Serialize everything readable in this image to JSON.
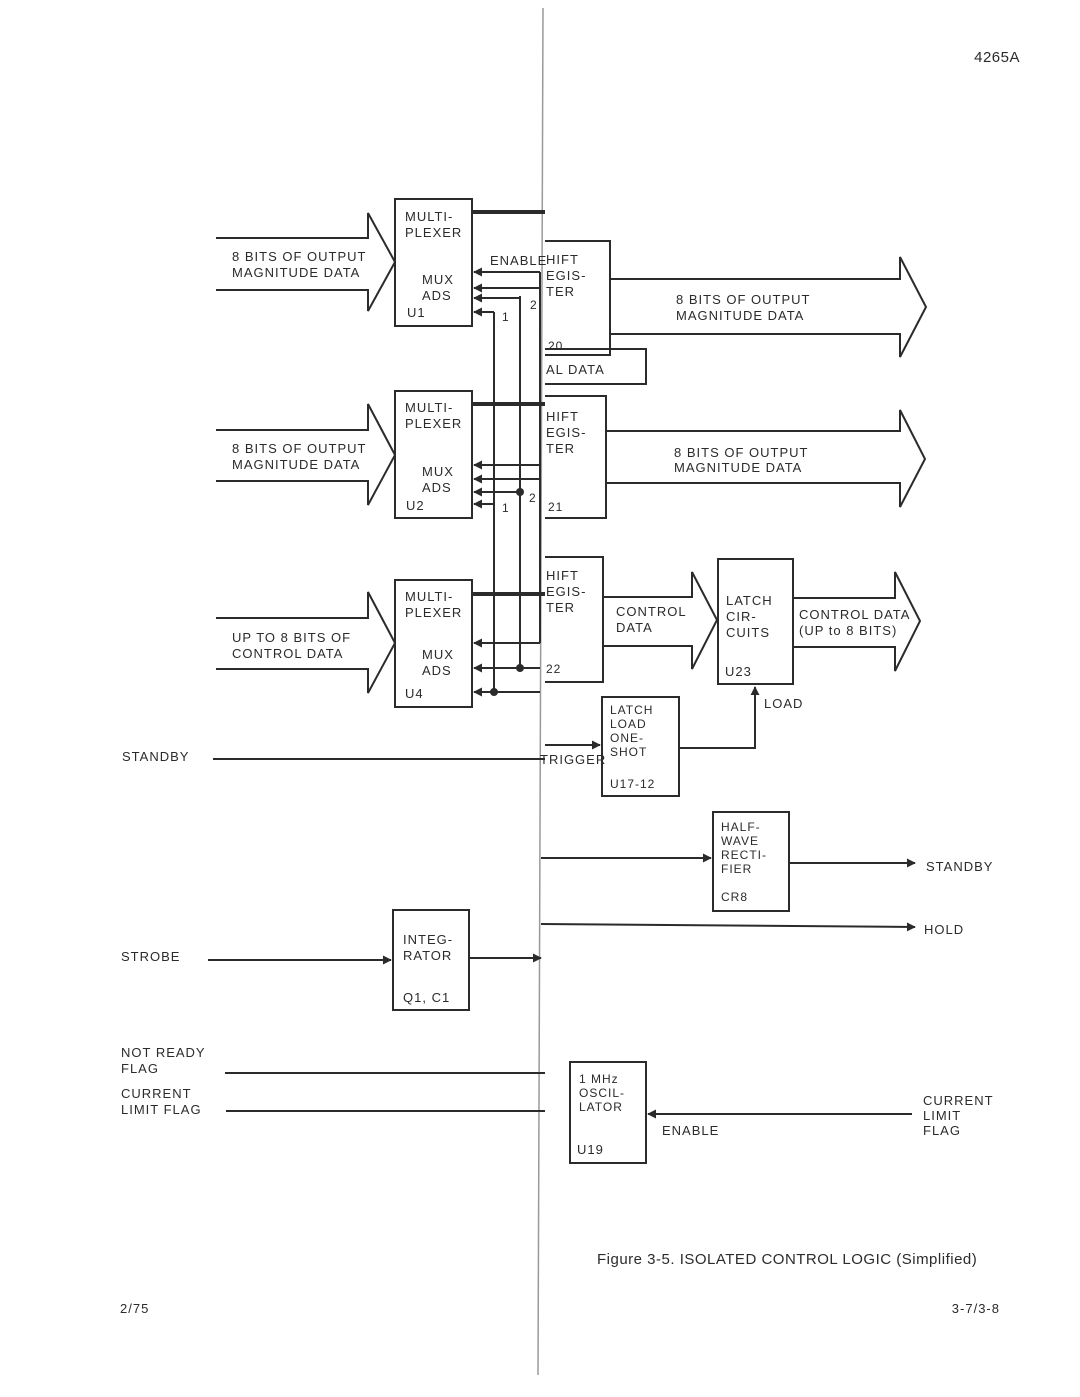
{
  "page": {
    "doc_number": "4265A",
    "date_code": "2/75",
    "page_number": "3-7/3-8",
    "caption": "Figure 3-5.  ISOLATED CONTROL LOGIC  (Simplified)"
  },
  "inputs": {
    "mag_data_1": [
      "8 BITS OF OUTPUT",
      "MAGNITUDE DATA"
    ],
    "mag_data_2": [
      "8 BITS OF OUTPUT",
      "MAGNITUDE DATA"
    ],
    "control_data": [
      "UP TO 8 BITS OF",
      "CONTROL DATA"
    ],
    "standby": "STANDBY",
    "strobe": "STROBE",
    "not_ready": [
      "NOT READY",
      "FLAG"
    ],
    "current_limit": [
      "CURRENT",
      "LIMIT FLAG"
    ]
  },
  "blocks": {
    "mux1": {
      "title": [
        "MULTI-",
        "PLEXER"
      ],
      "sub": [
        "MUX",
        "ADS"
      ],
      "ref": "U1"
    },
    "mux2": {
      "title": [
        "MULTI-",
        "PLEXER"
      ],
      "sub": [
        "MUX",
        "ADS"
      ],
      "ref": "U2"
    },
    "mux4": {
      "title": [
        "MULTI-",
        "PLEXER"
      ],
      "sub": [
        "MUX",
        "ADS"
      ],
      "ref": "U4"
    },
    "shift1": {
      "lines": [
        "HIFT",
        "EGIS-",
        "TER"
      ],
      "ref": "20",
      "enable": "ENABLE",
      "serial": "AL DATA"
    },
    "shift2": {
      "lines": [
        "HIFT",
        "EGIS-",
        "TER"
      ],
      "ref": "21"
    },
    "shift3": {
      "lines": [
        "HIFT",
        "EGIS-",
        "TER"
      ],
      "ref": "22"
    },
    "latch": {
      "lines": [
        "LATCH",
        "CIR-",
        "CUITS"
      ],
      "ref": "U23",
      "load": "LOAD"
    },
    "oneshot": {
      "lines": [
        "LATCH",
        "LOAD",
        "ONE-",
        "SHOT"
      ],
      "ref": "U17-12",
      "trigger": "TRIGGER"
    },
    "rectifier": {
      "lines": [
        "HALF-",
        "WAVE",
        "RECTI-",
        "FIER"
      ],
      "ref": "CR8"
    },
    "integrator": {
      "lines": [
        "INTEG-",
        "RATOR"
      ],
      "ref": "Q1, C1"
    },
    "oscillator": {
      "lines": [
        "1 MHz",
        "OSCIL-",
        "LATOR"
      ],
      "ref": "U19",
      "enable": "ENABLE"
    }
  },
  "outputs": {
    "mag_data_1": [
      "8 BITS OF OUTPUT",
      "MAGNITUDE DATA"
    ],
    "mag_data_2": [
      "8 BITS OF OUTPUT",
      "MAGNITUDE DATA"
    ],
    "control_data_mid": [
      "CONTROL",
      "DATA"
    ],
    "control_data": [
      "CONTROL DATA",
      "(UP to 8 BITS)"
    ],
    "standby": "STANDBY",
    "hold": "HOLD",
    "current_limit": [
      "CURRENT",
      "LIMIT",
      "FLAG"
    ]
  },
  "bus_labels": {
    "one": "1",
    "two": "2"
  }
}
